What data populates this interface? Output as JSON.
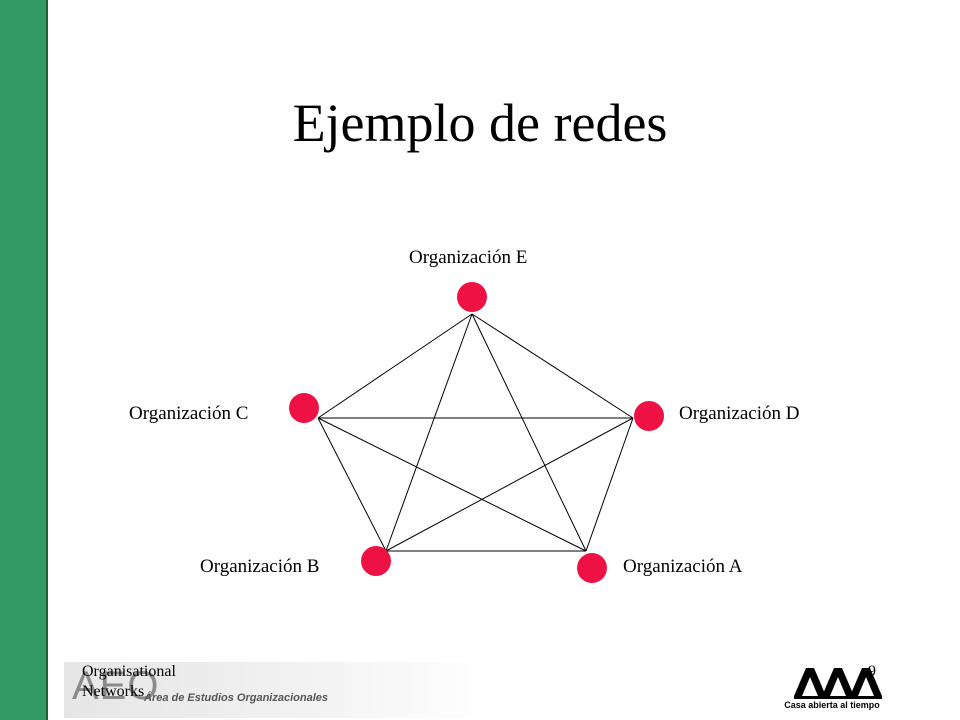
{
  "slide": {
    "title": "Ejemplo de redes",
    "footer_note": "Organisational Networks",
    "page_number": "9"
  },
  "banner": {
    "logo_text": "AEO",
    "text": "Área de Estudios Organizacionales"
  },
  "uam": {
    "logo_text": "UAM",
    "tagline": "Casa abierta al tiempo"
  },
  "colors": {
    "sidebar": "#339966",
    "node": "#ee1144",
    "edge": "#000000"
  },
  "diagram": {
    "nodes": [
      {
        "id": "E",
        "label": "Organización E"
      },
      {
        "id": "C",
        "label": "Organización C"
      },
      {
        "id": "D",
        "label": "Organización D"
      },
      {
        "id": "B",
        "label": "Organización B"
      },
      {
        "id": "A",
        "label": "Organización A"
      }
    ],
    "edges": [
      [
        "E",
        "C"
      ],
      [
        "E",
        "D"
      ],
      [
        "E",
        "B"
      ],
      [
        "E",
        "A"
      ],
      [
        "C",
        "D"
      ],
      [
        "C",
        "B"
      ],
      [
        "C",
        "A"
      ],
      [
        "D",
        "B"
      ],
      [
        "D",
        "A"
      ],
      [
        "B",
        "A"
      ]
    ]
  }
}
